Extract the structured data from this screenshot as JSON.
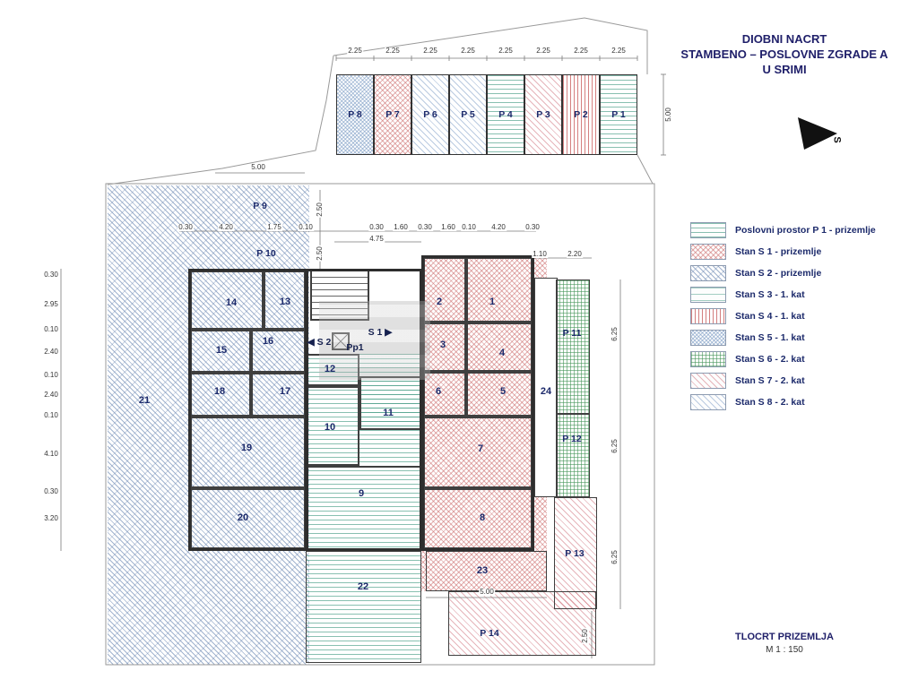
{
  "title": {
    "l1": "DIOBNI NACRT",
    "l2": "STAMBENO – POSLOVNE ZGRADE A",
    "l3": "U SRIMI"
  },
  "north_label": "S",
  "footer": {
    "l1": "TLOCRT PRIZEMLJA",
    "l2": "M 1 : 150"
  },
  "colors": {
    "label_navy": "#1c2a6b",
    "teal": "#4a9e87",
    "pink": "#cd6e6e",
    "blue": "#6482af",
    "red": "#c34b4b",
    "green": "#46965a"
  },
  "legend": {
    "items": [
      {
        "label": "Poslovni prostor P 1 - prizemlje",
        "pattern": "teal-horizontal"
      },
      {
        "label": "Stan S 1 - prizemlje",
        "pattern": "pink-crosshatch"
      },
      {
        "label": "Stan S 2 - prizemlje",
        "pattern": "blue-diagonal"
      },
      {
        "label": "Stan S 3 - 1. kat",
        "pattern": "teal-horizontal-light"
      },
      {
        "label": "Stan S 4 - 1. kat",
        "pattern": "red-vertical"
      },
      {
        "label": "Stan S 5 - 1. kat",
        "pattern": "blue-fine-crosshatch"
      },
      {
        "label": "Stan S 6 - 2. kat",
        "pattern": "green-grid"
      },
      {
        "label": "Stan S 7 - 2. kat",
        "pattern": "pink-diagonal"
      },
      {
        "label": "Stan S 8 - 2. kat",
        "pattern": "lightblue-diagonal"
      }
    ]
  },
  "parking": {
    "stalls": [
      {
        "label": "P 8",
        "dim": "2.25"
      },
      {
        "label": "P 7",
        "dim": "2.25"
      },
      {
        "label": "P 6",
        "dim": "2.25"
      },
      {
        "label": "P 5",
        "dim": "2.25"
      },
      {
        "label": "P 4",
        "dim": "2.25"
      },
      {
        "label": "P 3",
        "dim": "2.25"
      },
      {
        "label": "P 2",
        "dim": "2.25"
      },
      {
        "label": "P 1",
        "dim": "2.25"
      }
    ],
    "height_dim": "5.00"
  },
  "plan": {
    "parcel": "21",
    "areas": {
      "p9": "P 9",
      "p10": "P 10",
      "p11": "P 11",
      "p12": "P 12",
      "p13": "P 13",
      "p14": "P 14"
    },
    "units": {
      "s2": "◀ S 2",
      "s1": "S 1 ▶",
      "pp1": "Pp1"
    },
    "rooms": {
      "r1": "1",
      "r2": "2",
      "r3": "3",
      "r4": "4",
      "r5": "5",
      "r6": "6",
      "r7": "7",
      "r8": "8",
      "r9": "9",
      "r10": "10",
      "r11": "11",
      "r12": "12",
      "r13": "13",
      "r14": "14",
      "r15": "15",
      "r16": "16",
      "r17": "17",
      "r18": "18",
      "r19": "19",
      "r20": "20",
      "r21": "21",
      "r22": "22",
      "r23": "23",
      "r24": "24"
    }
  },
  "dims": {
    "top": [
      "0.30",
      "4.20",
      "1.75",
      "0.10",
      "0.30",
      "1.60",
      "0.30",
      "1.60",
      "0.10",
      "4.20",
      "0.30"
    ],
    "stair_v": [
      "2.50",
      "2.50"
    ],
    "mid": "4.75",
    "site5": "5.00",
    "left": [
      "0.30",
      "2.95",
      "0.10",
      "2.40",
      "0.10",
      "2.40",
      "0.10",
      "4.10",
      "0.30",
      "3.20"
    ],
    "right": [
      "6.25",
      "6.25",
      "6.25"
    ],
    "right250": "2.50",
    "bottom500": "5.00",
    "p11top": [
      "1.10",
      "2.20"
    ]
  }
}
